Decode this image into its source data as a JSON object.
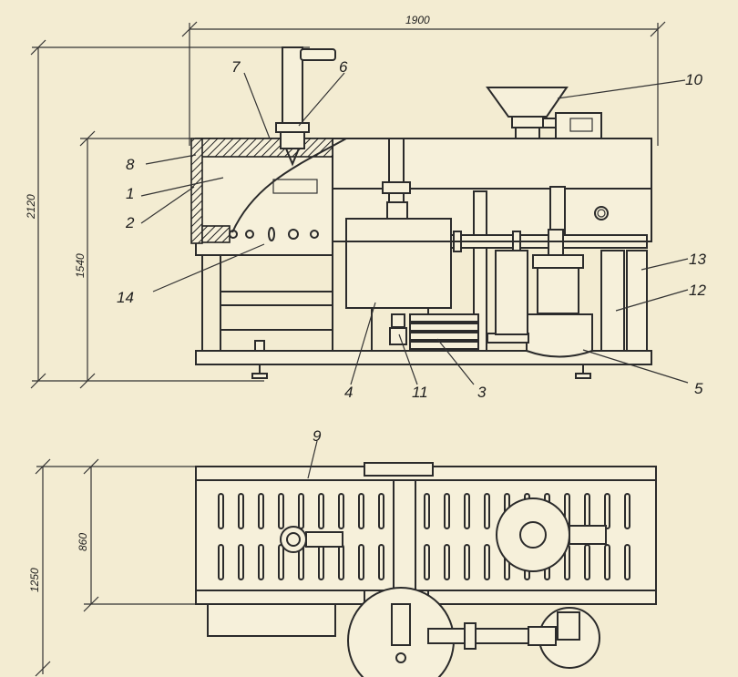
{
  "dimensions": {
    "overall_width": "1900",
    "overall_height": "2120",
    "chamber_height": "1540",
    "plan_depth_total": "1250",
    "plan_depth_inner": "860"
  },
  "callouts": [
    "1",
    "2",
    "3",
    "4",
    "5",
    "6",
    "7",
    "8",
    "9",
    "10",
    "11",
    "12",
    "13",
    "14"
  ],
  "colors": {
    "paper": "#f3ecd2",
    "ink": "#2b2b2b"
  }
}
